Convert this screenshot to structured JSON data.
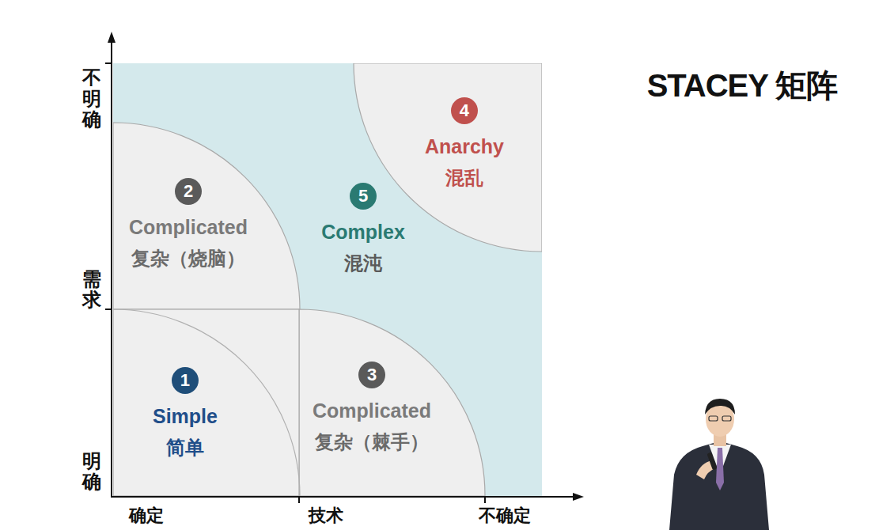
{
  "diagram": {
    "title": "STACEY 矩阵",
    "nodes": [
      {
        "text": [
          "4",
          "Anarchy",
          "混乱"
        ]
      },
      {
        "text": [
          "2",
          "Complicated",
          "复杂（烧脑）"
        ]
      },
      {
        "text": [
          "5",
          "Complex",
          "混沌"
        ]
      },
      {
        "text": [
          "1",
          "Simple",
          "简单"
        ]
      },
      {
        "text": [
          "3",
          "Complicated",
          "复杂（棘手）"
        ]
      }
    ],
    "labels": [
      "不明确",
      "需求",
      "明确",
      "确定",
      "技术",
      "不确定"
    ]
  }
}
